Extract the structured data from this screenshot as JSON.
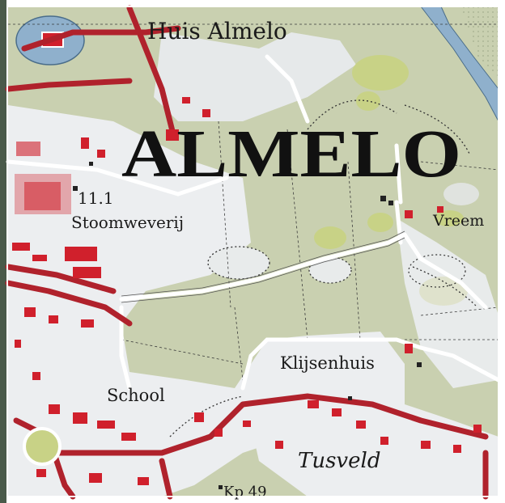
{
  "map": {
    "labels": {
      "huis_almelo": "Huis Almelo",
      "almelo": "ALMELO",
      "height_value": "11.1",
      "stoomweverij": "Stoomweverij",
      "vreem": "Vreem",
      "klijsenhuis": "Klijsenhuis",
      "school": "School",
      "tusveld": "Tusveld",
      "km_marker": "Kp 49"
    },
    "colors": {
      "land": "#c9d0b0",
      "built_area": "#eceef0",
      "road_red": "#b0222c",
      "building_red": "#d0202c",
      "water": "#8fb0cc",
      "woodland": "#c8d286",
      "grid": "#3a3a3a",
      "frame_white": "#ffffff"
    }
  }
}
